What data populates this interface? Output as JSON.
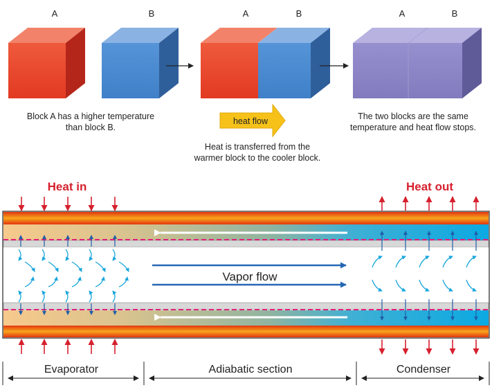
{
  "block_labels": {
    "a": "A",
    "b": "B"
  },
  "captions": {
    "step1_line1": "Block A has a higher temperature",
    "step1_line2": "than block B.",
    "step2_line1": "Heat is transferred from the",
    "step2_line2": "warmer block to the cooler block.",
    "step3_line1": "The two blocks are the same",
    "step3_line2": "temperature and heat flow stops."
  },
  "heat_flow_label": "heat flow",
  "heat_pipe": {
    "heat_in": "Heat in",
    "heat_out": "Heat out",
    "vapor_flow": "Vapor flow",
    "sections": {
      "evaporator": "Evaporator",
      "adiabatic": "Adiabatic section",
      "condenser": "Condenser"
    }
  },
  "colors": {
    "hot_block": "#e8432a",
    "cool_block": "#4a8ad0",
    "equal_block": "#8c84c4",
    "heat_arrow": "#d6202e",
    "heat_flow_arrow": "#f6c21a",
    "vapor_arrow": "#2567b4",
    "wick_line": "#e0207a"
  }
}
